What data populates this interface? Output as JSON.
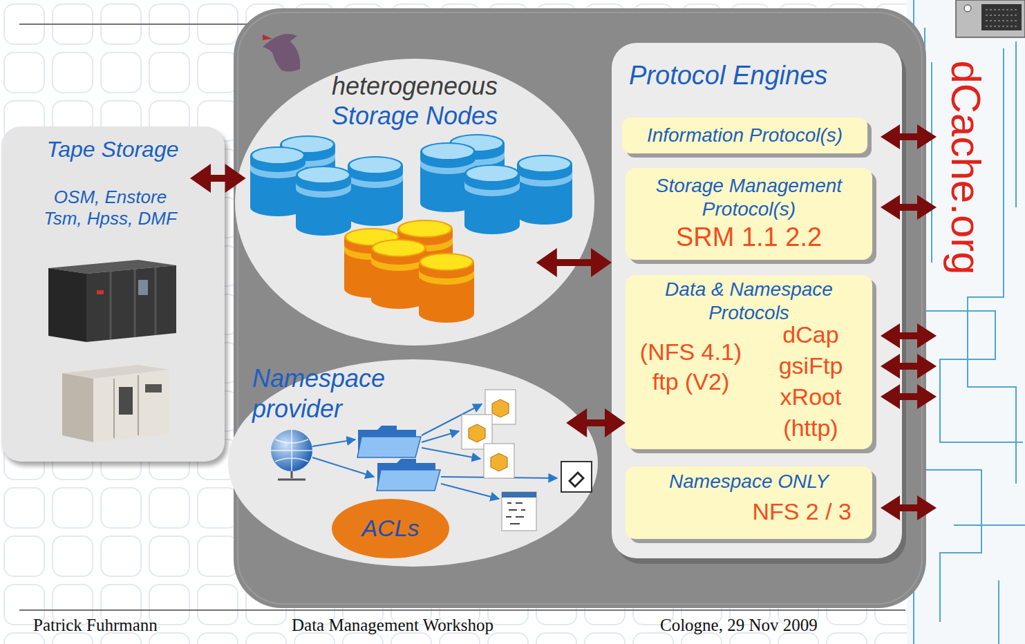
{
  "diagram": {
    "nodes": [
      {
        "text": [
          "Tape Storage",
          "OSM, Enstore Tsm, Hpss, DMF"
        ]
      },
      {
        "text": [
          "heterogeneous",
          "Storage Nodes"
        ]
      },
      {
        "text": [
          "Namespace provider"
        ]
      },
      {
        "text": [
          "ACLs"
        ],
        "in": 2
      },
      {
        "text": [
          "Protocol Engines"
        ]
      },
      {
        "text": [
          "Information Protocol(s)"
        ],
        "in": 4
      },
      {
        "text": [
          "Storage Management Protocol(s)",
          "SRM 1.1 2.2"
        ],
        "in": 4
      },
      {
        "text": [
          "Data & Namespace Protocols",
          "(NFS 4.1) ftp (V2)",
          "dCap gsiFtp xRoot (http)"
        ],
        "in": 4
      },
      {
        "text": [
          "Namespace ONLY",
          "NFS 2 / 3"
        ],
        "in": 4
      }
    ],
    "edges": [
      {
        "from": 0,
        "to": 1,
        "arrow": "both"
      },
      {
        "from": 1,
        "to": 4,
        "arrow": "both"
      },
      {
        "from": 2,
        "to": 7,
        "arrow": "both"
      }
    ],
    "labels": [
      "dCache.org",
      "Patrick Fuhrmann",
      "Data Management Workshop",
      "Cologne, 29 Nov 2009"
    ]
  }
}
